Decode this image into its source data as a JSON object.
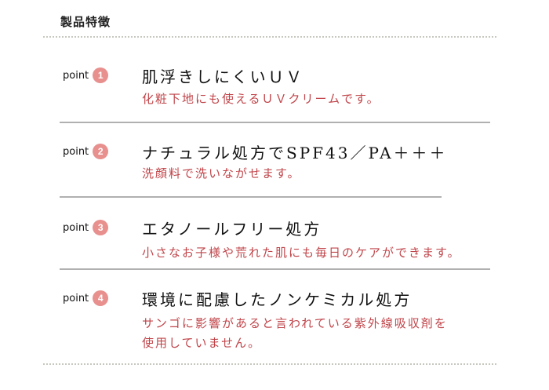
{
  "section": {
    "heading": "製品特徴"
  },
  "points": [
    {
      "label": "point",
      "number": "1",
      "title": "肌浮きしにくいＵＶ",
      "description_lines": [
        "化粧下地にも使えるＵＶクリームです。"
      ]
    },
    {
      "label": "point",
      "number": "2",
      "title": "ナチュラル処方でSPF43／PA＋＋＋",
      "description_lines": [
        "洗顔料で洗いながせます。"
      ]
    },
    {
      "label": "point",
      "number": "3",
      "title": "エタノールフリー処方",
      "description_lines": [
        "小さなお子様や荒れた肌にも毎日のケアができます。"
      ]
    },
    {
      "label": "point",
      "number": "4",
      "title": "環境に配慮したノンケミカル処方",
      "description_lines": [
        "サンゴに影響があると言われている紫外線吸収剤を",
        "使用していません。"
      ]
    }
  ],
  "colors": {
    "badge": "#e8908e",
    "description_text": "#c0454a",
    "divider": "#b0b0b0",
    "dotted_divider": "#c8c8c0"
  }
}
